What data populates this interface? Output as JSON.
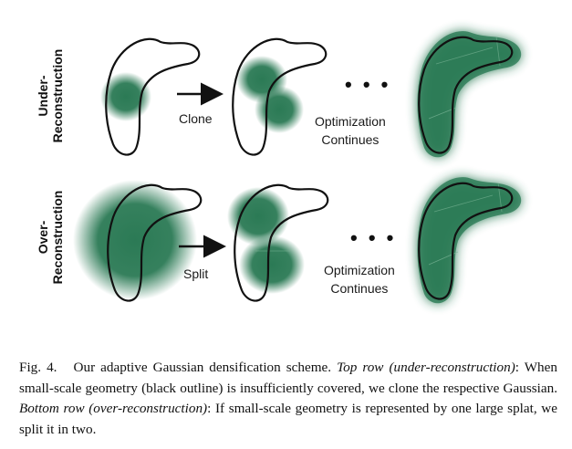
{
  "rows": {
    "top_label_line1": "Under-",
    "top_label_line2": "Reconstruction",
    "bottom_label_line1": "Over-",
    "bottom_label_line2": "Reconstruction"
  },
  "operations": {
    "clone": "Clone",
    "split": "Split"
  },
  "optimization": {
    "line1": "Optimization",
    "line2": "Continues",
    "ellipsis": "• • •"
  },
  "caption": {
    "fig_label": "Fig. 4.",
    "text1": "Our adaptive Gaussian densification scheme.",
    "italic1": "Top row (under-reconstruction)",
    "text2": ": When small-scale geometry (black outline) is insufficiently covered, we clone the respective Gaussian.",
    "italic2": "Bottom row (over-reconstruction)",
    "text3": ": If small-scale geometry is represented by one large splat, we split it in two."
  },
  "colors": {
    "gaussian": "#2b7a55",
    "outline": "#111111"
  }
}
